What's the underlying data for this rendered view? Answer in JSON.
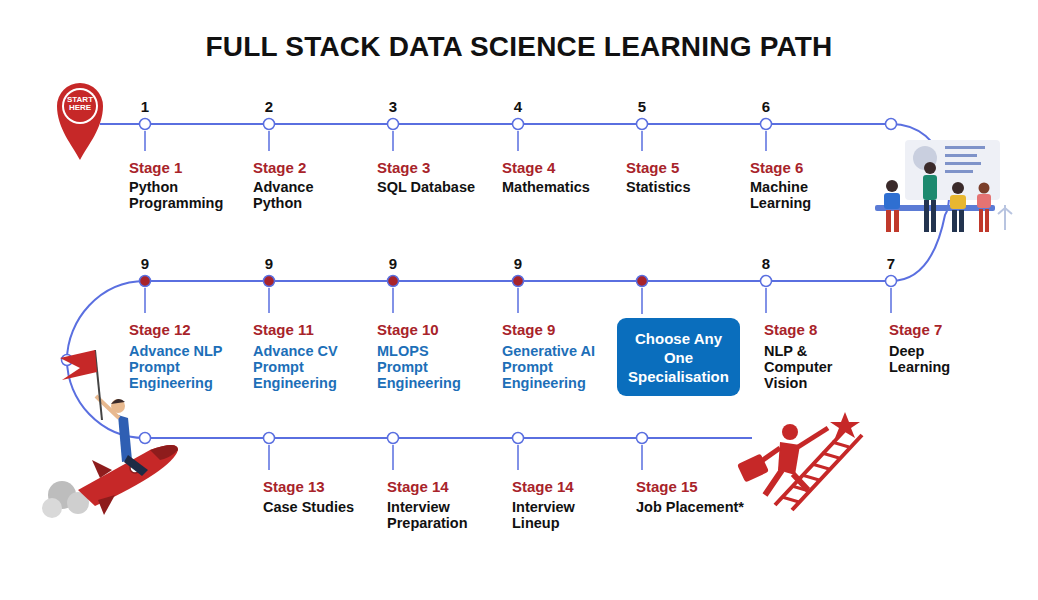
{
  "diagram": {
    "title": "FULL STACK DATA SCIENCE LEARNING PATH",
    "nodes": [
      {
        "text": [
          "START HERE"
        ]
      },
      {
        "text": [
          "Choose Any One Specialisation"
        ]
      }
    ],
    "labels": [
      "1",
      "Stage 1",
      "Python Programming",
      "2",
      "Stage 2",
      "Advance Python",
      "3",
      "Stage 3",
      "SQL Database",
      "4",
      "Stage 4",
      "Mathematics",
      "5",
      "Stage 5",
      "Statistics",
      "6",
      "Stage 6",
      "Machine Learning",
      "9",
      "Stage 12",
      "Advance NLP Prompt Engineering",
      "9",
      "Stage 11",
      "Advance CV Prompt Engineering",
      "9",
      "Stage 10",
      "MLOPS Prompt Engineering",
      "9",
      "Stage 9",
      "Generative AI Prompt Engineering",
      "8",
      "Stage 8",
      "NLP & Computer Vision",
      "7",
      "Stage 7",
      "Deep Learning",
      "Stage 13",
      "Case Studies",
      "Stage 14",
      "Interview Preparation",
      "Stage 14",
      "Interview Lineup",
      "Stage 15",
      "Job Placement*"
    ]
  }
}
